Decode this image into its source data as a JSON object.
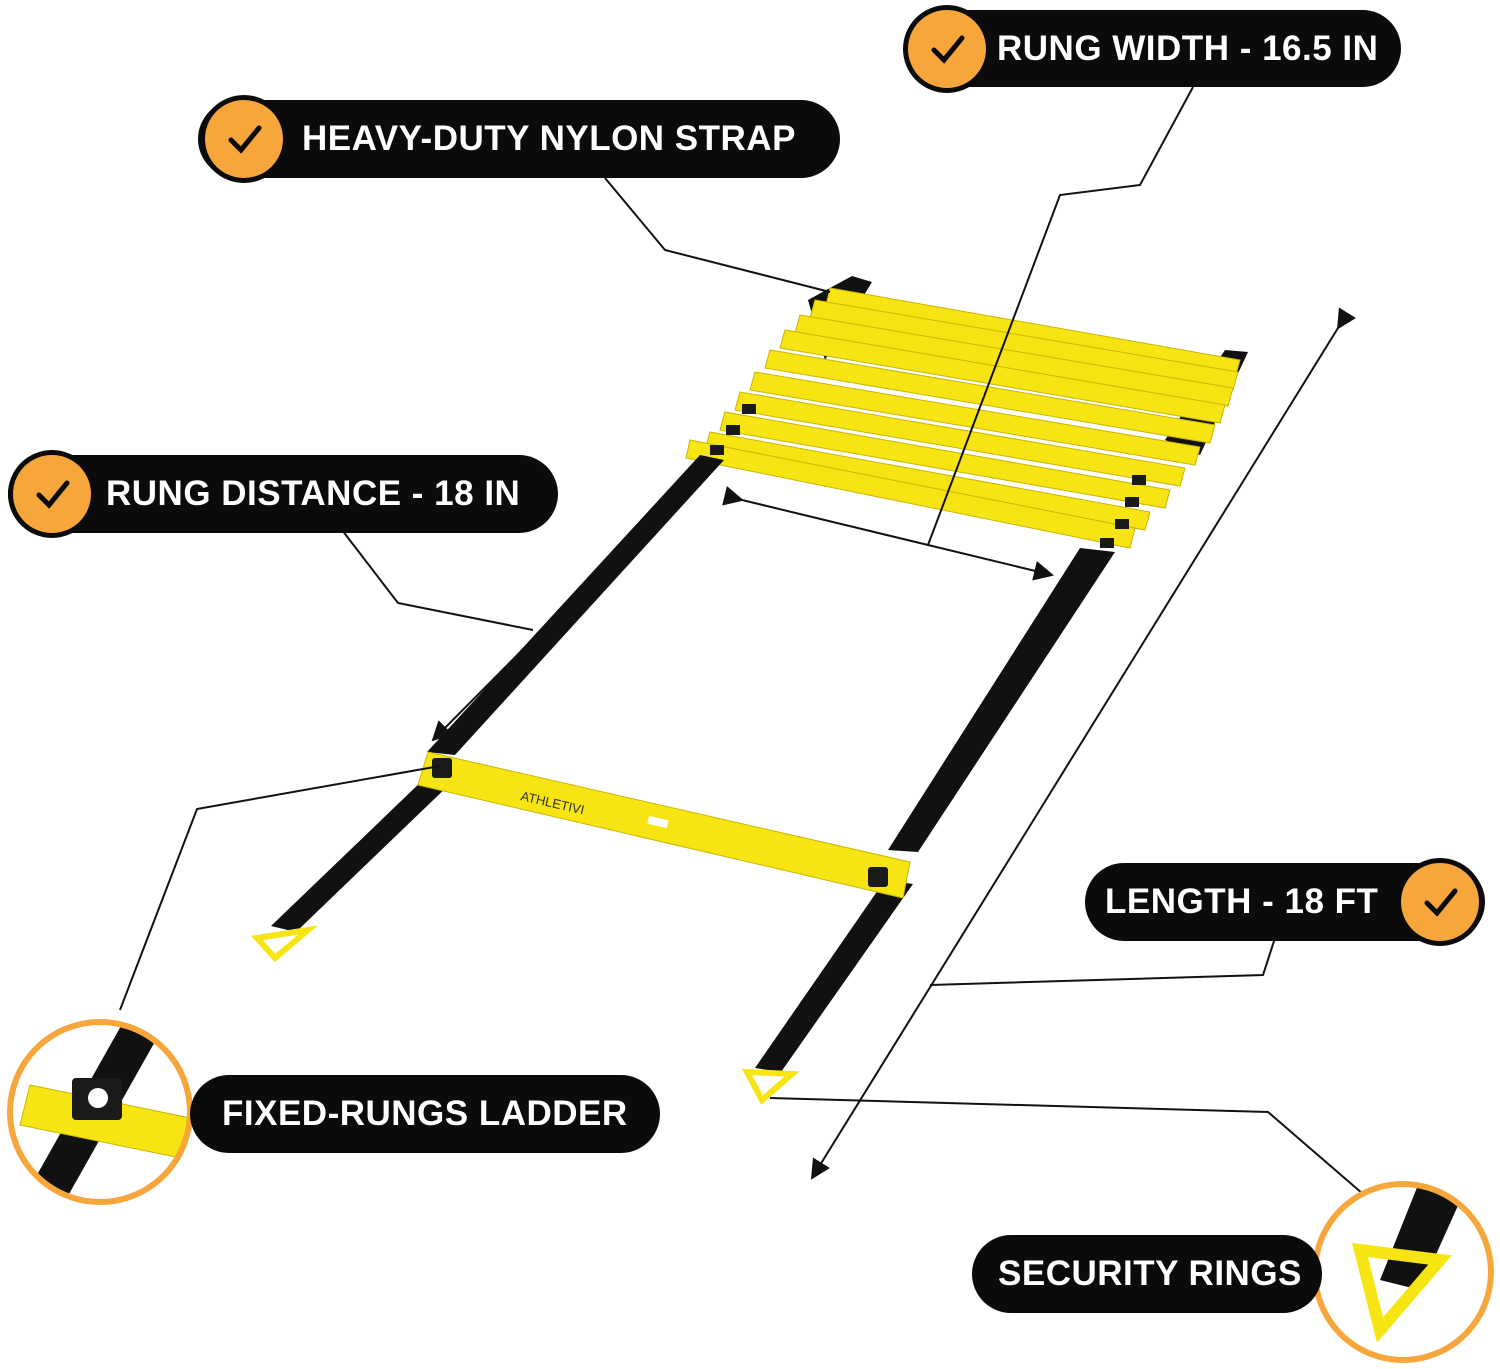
{
  "colors": {
    "accent_orange": "#f6a63b",
    "rung_yellow": "#f7e413",
    "strap_black": "#111111",
    "pill_black": "#0b0b0b",
    "text_white": "#ffffff"
  },
  "brand": {
    "logo_text": "ATHLETIVI"
  },
  "callouts": {
    "rung_width": {
      "label": "RUNG WIDTH - 16.5 IN",
      "icon": "check-icon"
    },
    "strap": {
      "label": "HEAVY-DUTY NYLON STRAP",
      "icon": "check-icon"
    },
    "rung_distance": {
      "label": "RUNG DISTANCE - 18 IN",
      "icon": "check-icon"
    },
    "length": {
      "label": "LENGTH - 18 FT",
      "icon": "check-icon"
    },
    "fixed_rungs": {
      "label": "FIXED-RUNGS LADDER",
      "icon": "zoom-detail-circle"
    },
    "security_rings": {
      "label": "SECURITY RINGS",
      "icon": "zoom-detail-circle"
    }
  }
}
